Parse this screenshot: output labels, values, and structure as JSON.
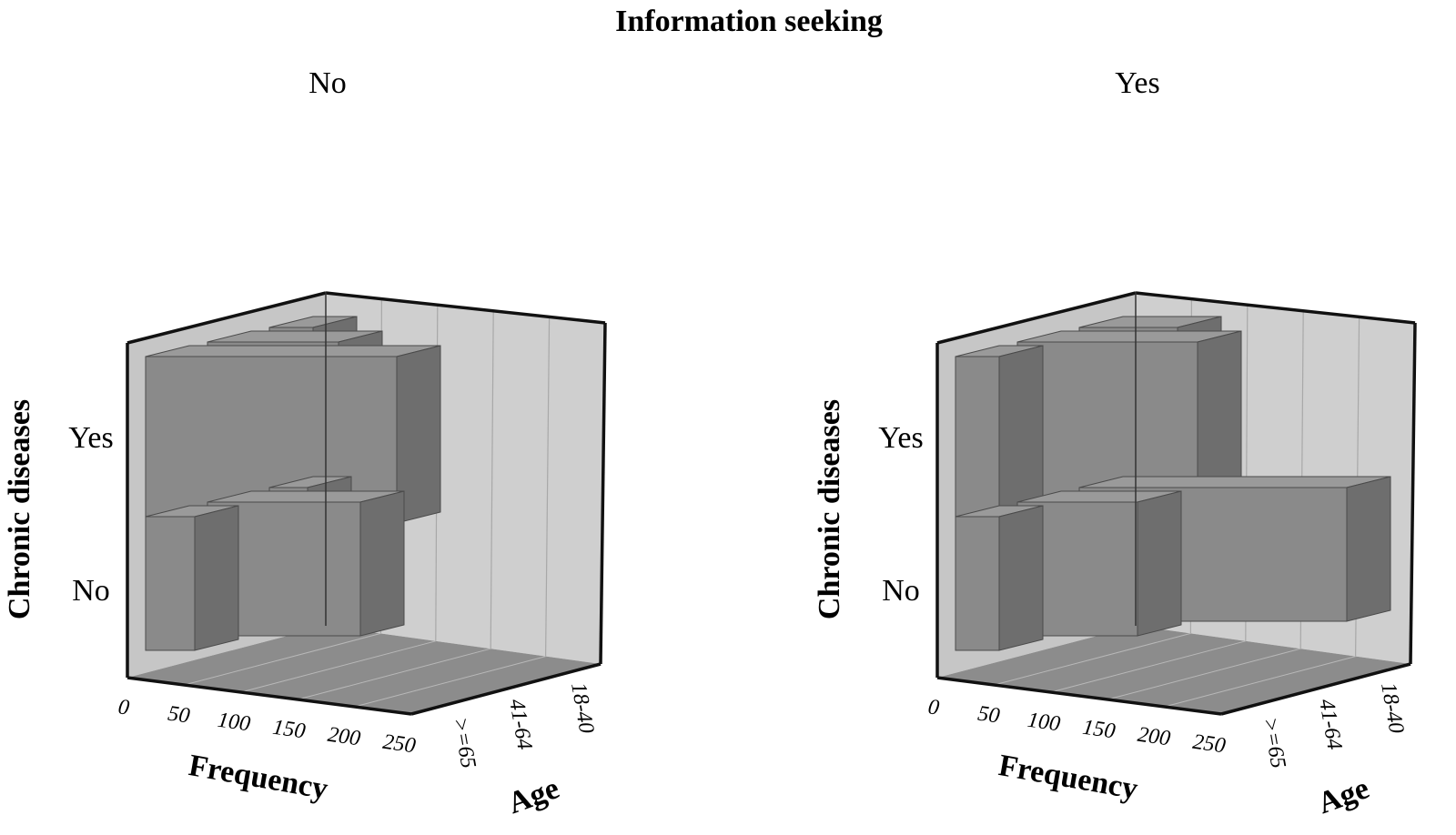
{
  "figure": {
    "title": "Information seeking"
  },
  "chart_data": [
    {
      "type": "bar",
      "panel_label": "No",
      "xlabel": "Frequency",
      "ylabel": "Chronic diseases",
      "depth_label": "Age",
      "x_ticks": [
        "0",
        "50",
        "100",
        "150",
        "200",
        "250"
      ],
      "xlim": [
        0,
        250
      ],
      "y_categories": [
        "Yes",
        "No"
      ],
      "depth_categories": [
        "18-40",
        "41-64",
        ">=65"
      ],
      "series": [
        {
          "category": "Yes",
          "values": {
            "18-40": 40,
            "41-64": 120,
            ">=65": 230
          }
        },
        {
          "category": "No",
          "values": {
            "18-40": 35,
            "41-64": 140,
            ">=65": 45
          }
        }
      ],
      "grid": true
    },
    {
      "type": "bar",
      "panel_label": "Yes",
      "xlabel": "Frequency",
      "ylabel": "Chronic diseases",
      "depth_label": "Age",
      "x_ticks": [
        "0",
        "50",
        "100",
        "150",
        "200",
        "250"
      ],
      "xlim": [
        0,
        250
      ],
      "y_categories": [
        "Yes",
        "No"
      ],
      "depth_categories": [
        "18-40",
        "41-64",
        ">=65"
      ],
      "series": [
        {
          "category": "Yes",
          "values": {
            "18-40": 90,
            "41-64": 165,
            ">=65": 40
          }
        },
        {
          "category": "No",
          "values": {
            "18-40": 245,
            "41-64": 110,
            ">=65": 40
          }
        }
      ],
      "grid": true
    }
  ]
}
